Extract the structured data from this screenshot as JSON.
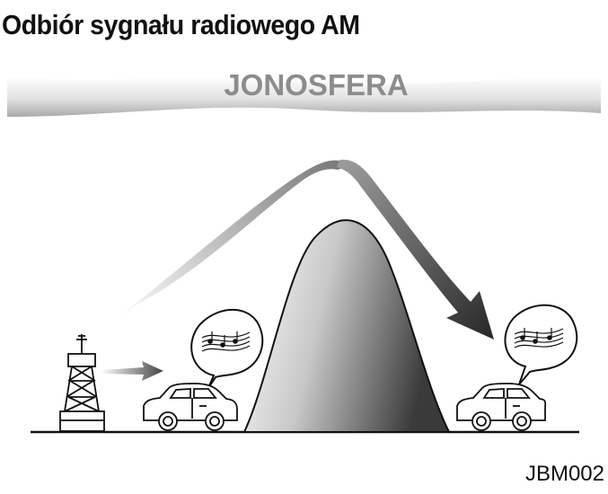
{
  "title": "Odbiór sygnału radiowego AM",
  "ionosphere_label": "JONOSFERA",
  "figure_code": "JBM002",
  "colors": {
    "ink": "#111111",
    "ionosphere_text": "#8c8c8c",
    "mountain_dark": "#3a3a3a",
    "mountain_light": "#ffffff"
  }
}
